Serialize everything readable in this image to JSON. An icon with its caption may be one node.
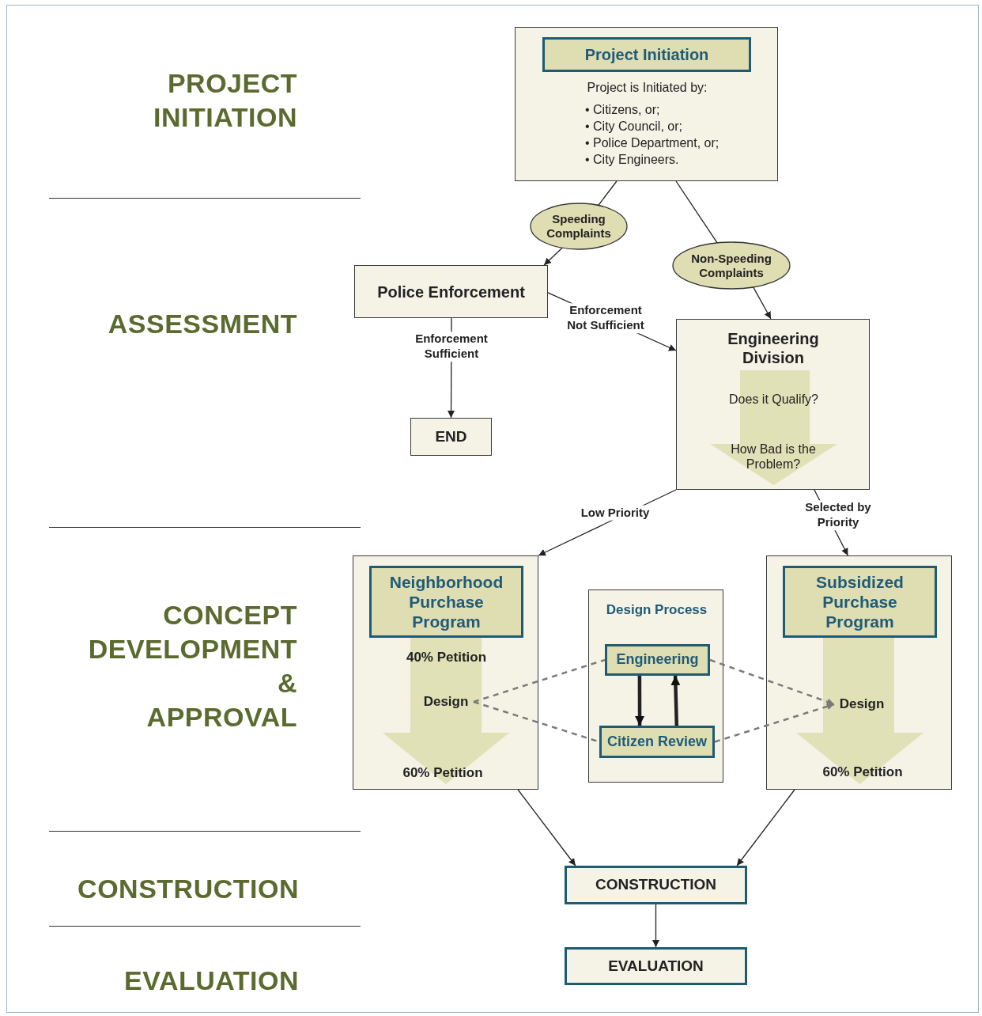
{
  "diagram": {
    "nodes": [
      {
        "text": [
          "Project is Initiated by:",
          "• Citizens, or;",
          "• City Council, or;",
          "• Police Department, or;",
          "• City Engineers."
        ]
      },
      {
        "text": [
          "Project Initiation"
        ],
        "in": 0
      },
      {
        "text": [
          "Speeding Complaints"
        ]
      },
      {
        "text": [
          "Non-Speeding Complaints"
        ]
      },
      {
        "text": [
          "Police Enforcement"
        ]
      },
      {
        "text": [
          "Engineering Division",
          "Does it Qualify?",
          "How Bad is the Problem?"
        ]
      },
      {
        "text": [
          "END"
        ]
      },
      {
        "text": [
          "40% Petition",
          "60% Petition"
        ]
      },
      {
        "text": [
          "Neighborhood Purchase Program"
        ],
        "in": 7
      },
      {
        "text": [
          "Design"
        ],
        "in": 7
      },
      {
        "text": [
          "Design Process"
        ]
      },
      {
        "text": [
          "Engineering"
        ],
        "in": 10
      },
      {
        "text": [
          "Citizen Review"
        ],
        "in": 10
      },
      {
        "text": [
          "60% Petition"
        ]
      },
      {
        "text": [
          "Subsidized Purchase Program"
        ],
        "in": 13
      },
      {
        "text": [
          "Design"
        ],
        "in": 13
      },
      {
        "text": [
          "CONSTRUCTION"
        ]
      },
      {
        "text": [
          "EVALUATION"
        ]
      }
    ],
    "edges": [
      {
        "from": 0,
        "to": 2,
        "arrow": "none"
      },
      {
        "from": 2,
        "to": 4,
        "arrow": "to"
      },
      {
        "from": 0,
        "to": 3,
        "arrow": "none"
      },
      {
        "from": 3,
        "to": 5,
        "arrow": "to"
      },
      {
        "from": 4,
        "to": 6,
        "arrow": "to",
        "label": "Enforcement Sufficient"
      },
      {
        "from": 4,
        "to": 5,
        "arrow": "to",
        "label": "Enforcement Not Sufficient"
      },
      {
        "from": 5,
        "to": 7,
        "arrow": "to",
        "label": "Low Priority"
      },
      {
        "from": 5,
        "to": 13,
        "arrow": "to",
        "label": "Selected by Priority"
      },
      {
        "from": 9,
        "to": 11,
        "arrow": "none",
        "style": "dashed",
        "color": "#7a7a7a"
      },
      {
        "from": 9,
        "to": 12,
        "arrow": "none",
        "style": "dashed",
        "color": "#7a7a7a"
      },
      {
        "from": 11,
        "to": 15,
        "arrow": "to",
        "style": "dashed",
        "color": "#7a7a7a"
      },
      {
        "from": 12,
        "to": 15,
        "arrow": "to",
        "style": "dashed",
        "color": "#7a7a7a"
      },
      {
        "from": 11,
        "to": 12,
        "arrow": "to",
        "style": "thick"
      },
      {
        "from": 12,
        "to": 11,
        "arrow": "to",
        "style": "thick"
      },
      {
        "from": 7,
        "to": 16,
        "arrow": "to"
      },
      {
        "from": 13,
        "to": 16,
        "arrow": "to"
      },
      {
        "from": 16,
        "to": 17,
        "arrow": "to"
      }
    ],
    "labels": [
      "PROJECT INITIATION",
      "ASSESSMENT",
      "CONCEPT DEVELOPMENT & APPROVAL",
      "CONSTRUCTION",
      "EVALUATION"
    ]
  }
}
